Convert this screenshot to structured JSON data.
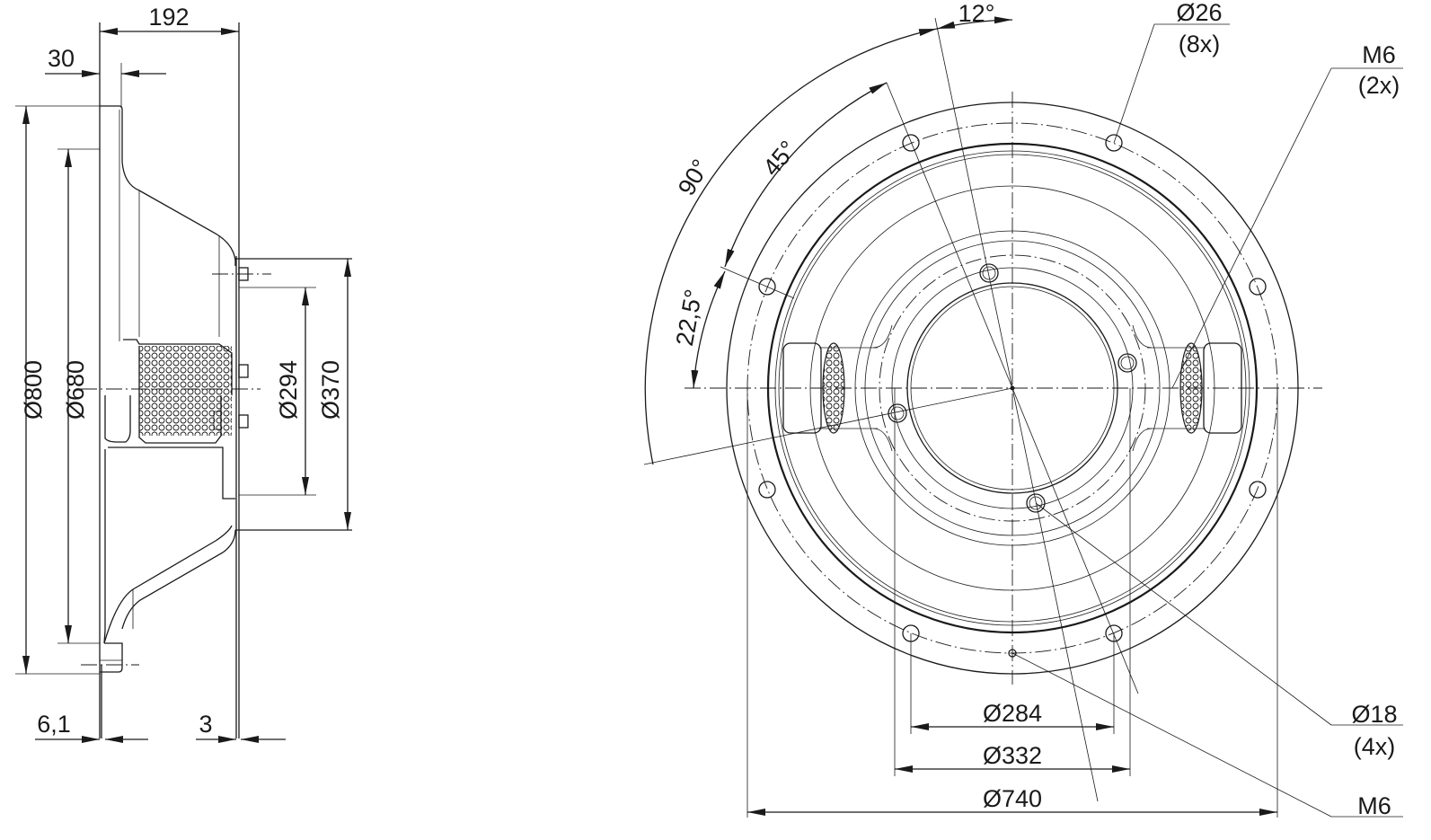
{
  "drawing": {
    "type": "technical-dimension-drawing",
    "subject": "fan inlet nozzle / mounting plate with motor",
    "views": [
      "side-section",
      "front"
    ]
  },
  "side_view": {
    "dims": {
      "overall_depth": "192",
      "flange_offset": "30",
      "flange_thickness": "6,1",
      "plate_thickness": "3",
      "dia_outer": "Ø800",
      "dia_inner": "Ø680",
      "dia_hub_small": "Ø294",
      "dia_hub_large": "Ø370"
    }
  },
  "front_view": {
    "angles": {
      "a90": "90°",
      "a45": "45°",
      "a22_5": "22,5°",
      "a12": "12°"
    },
    "dims": {
      "d284": "Ø284",
      "d332": "Ø332",
      "d740": "Ø740"
    },
    "callouts": {
      "holes_26": {
        "size": "Ø26",
        "qty": "(8x)"
      },
      "thread_m6_2x": {
        "size": "M6",
        "qty": "(2x)"
      },
      "holes_18": {
        "size": "Ø18",
        "qty": "(4x)"
      },
      "thread_m6": {
        "size": "M6"
      }
    }
  }
}
